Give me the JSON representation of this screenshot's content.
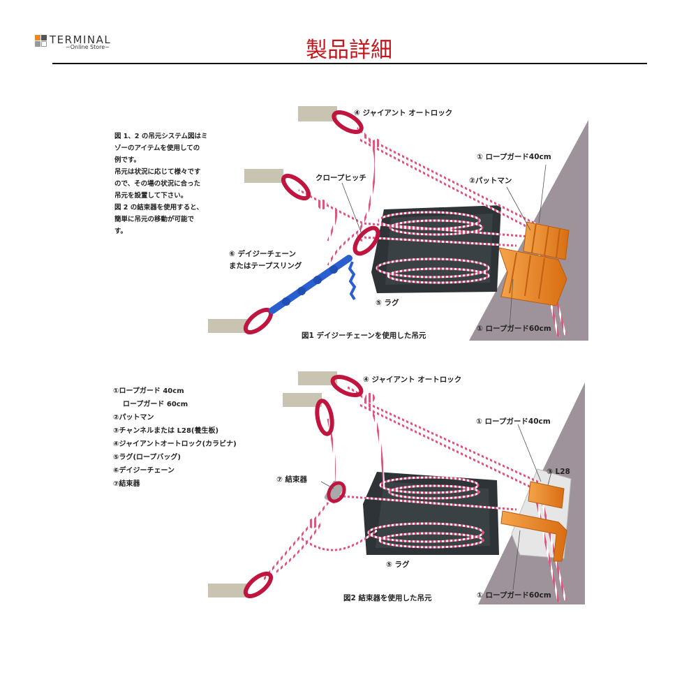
{
  "header": {
    "logo_title": "TERMINAL",
    "logo_subtitle": "~Online Store~",
    "page_title": "製品詳細"
  },
  "colors": {
    "title_red": "#c5161d",
    "anchor_gray": "#c9c3b2",
    "carabiner": "#c0153e",
    "rope": "#d8577a",
    "daisy_chain": "#2a5fcf",
    "rope_guard": "#e98524",
    "wall": "#9e939b",
    "rug": "#2d3337",
    "l28": "#e6e6e6"
  },
  "figure1": {
    "note_lines": [
      "図 1、2 の吊元システム図はミ",
      "ゾーのアイテムを使用しての",
      "例です。",
      "吊元は状況に応じて様々です",
      "ので、その場の状況に合った",
      "吊元を設置して下さい。",
      "図 2 の結束器を使用すると、",
      "簡単に吊元の移動が可能で",
      "す。"
    ],
    "labels": {
      "giant_autolock": "④ ジャイアント オートロック",
      "clove_hitch": "クロープヒッチ",
      "rope_guard_40": "① ロープガード40cm",
      "pad_man": "②パットマン",
      "daisy_chain_1": "⑥ デイジーチェーン",
      "daisy_chain_2": "またはテープスリング",
      "rug": "⑤ ラグ",
      "rope_guard_60": "① ロープガード60cm"
    },
    "caption": "図1 デイジーチェーンを使用した吊元"
  },
  "figure2": {
    "legend": [
      "①ロープガード 40cm",
      "ロープガード 60cm",
      "②パットマン",
      "③チャンネルまたは L28(養生板)",
      "④ジャイアントオートロック(カラビナ)",
      "⑤ラグ(ロープバッグ)",
      "⑥デイジーチェーン",
      "⑦結束器"
    ],
    "labels": {
      "giant_autolock": "④ ジャイアント オートロック",
      "binder": "⑦ 結束器",
      "rope_guard_40": "① ロープガード40cm",
      "l28": "③ L28",
      "rug": "⑤ ラグ",
      "rope_guard_60": "① ロープガード60cm"
    },
    "caption": "図2 結束器を使用した吊元"
  }
}
